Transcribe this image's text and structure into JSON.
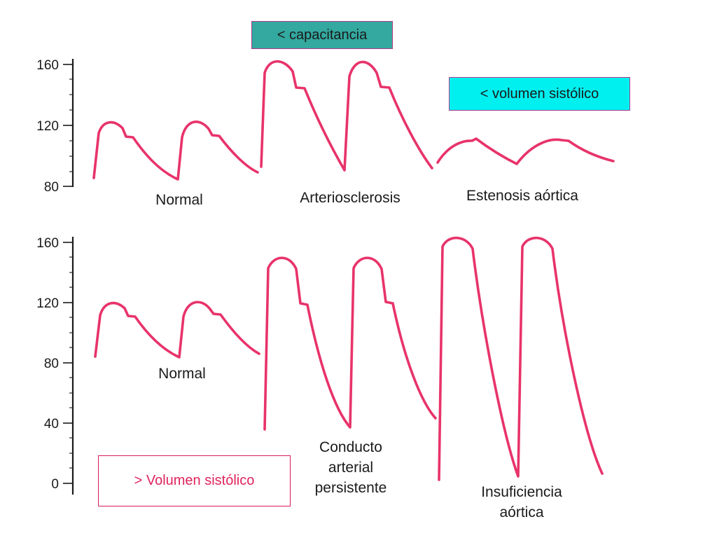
{
  "top_axis": {
    "ticks": [
      {
        "label": "160",
        "value": 160
      },
      {
        "label": "120",
        "value": 120
      },
      {
        "label": "80",
        "value": 80
      }
    ]
  },
  "bottom_axis": {
    "ticks": [
      {
        "label": "160",
        "value": 160
      },
      {
        "label": "120",
        "value": 120
      },
      {
        "label": "80",
        "value": 80
      },
      {
        "label": "40",
        "value": 40
      },
      {
        "label": "0",
        "value": 0
      }
    ]
  },
  "top_panel": {
    "cases": [
      {
        "label": "Normal"
      },
      {
        "label": "Arteriosclerosis"
      },
      {
        "label": "Estenosis aórtica"
      }
    ]
  },
  "bottom_panel": {
    "cases": [
      {
        "label": "Normal"
      },
      {
        "label_lines": [
          "Conducto",
          "arterial",
          "persistente"
        ]
      },
      {
        "label_lines": [
          "Insuficiencia",
          "aórtica"
        ]
      }
    ]
  },
  "annotations": {
    "capacitance": "< capacitancia",
    "stroke_volume_down": "< volumen sistólico",
    "stroke_volume_up": "> Volumen sistólico"
  },
  "colors": {
    "wave": "#e8336a",
    "capacitance_tag": "#33a99f",
    "stroke_down_tag": "#00f0f0",
    "stroke_up_text": "#e0245e"
  }
}
